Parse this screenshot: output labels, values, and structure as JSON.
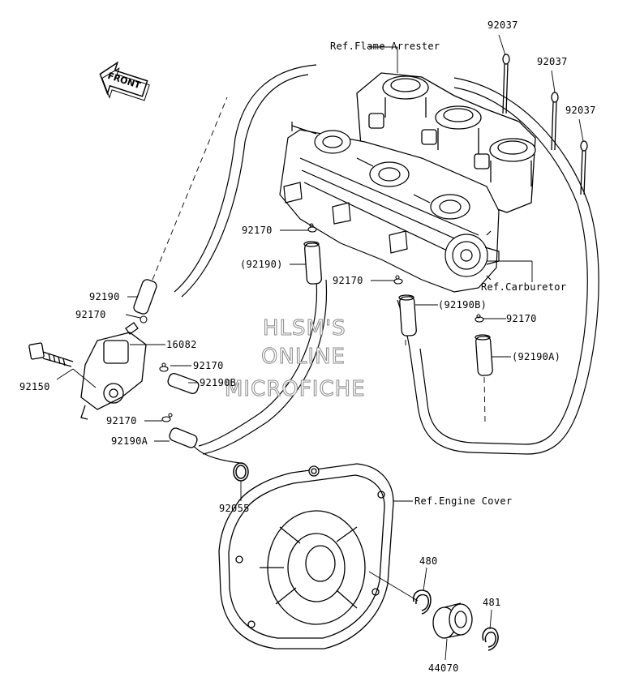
{
  "orientation": {
    "front": "FRONT"
  },
  "watermark": {
    "line1": "HLSM'S",
    "line2": "ONLINE",
    "line3": "MICROFICHE"
  },
  "refs": {
    "flame_arrester": "Ref.Flame Arrester",
    "carburetor": "Ref.Carburetor",
    "engine_cover": "Ref.Engine Cover"
  },
  "parts": {
    "p92037_a": "92037",
    "p92037_b": "92037",
    "p92037_c": "92037",
    "p92170_top": "92170",
    "p92190_paren": "(92190)",
    "p92170_mid": "92170",
    "p92190b_paren": "(92190B)",
    "p92170_right": "92170",
    "p92190a_paren": "(92190A)",
    "p92190_left": "92190",
    "p92170_left": "92170",
    "p16082": "16082",
    "p92150": "92150",
    "p92170_pump": "92170",
    "p92190b_pump": "92190B",
    "p92170_low": "92170",
    "p92190a_low": "92190A",
    "p92055": "92055",
    "p480": "480",
    "p481": "481",
    "p44070": "44070"
  }
}
